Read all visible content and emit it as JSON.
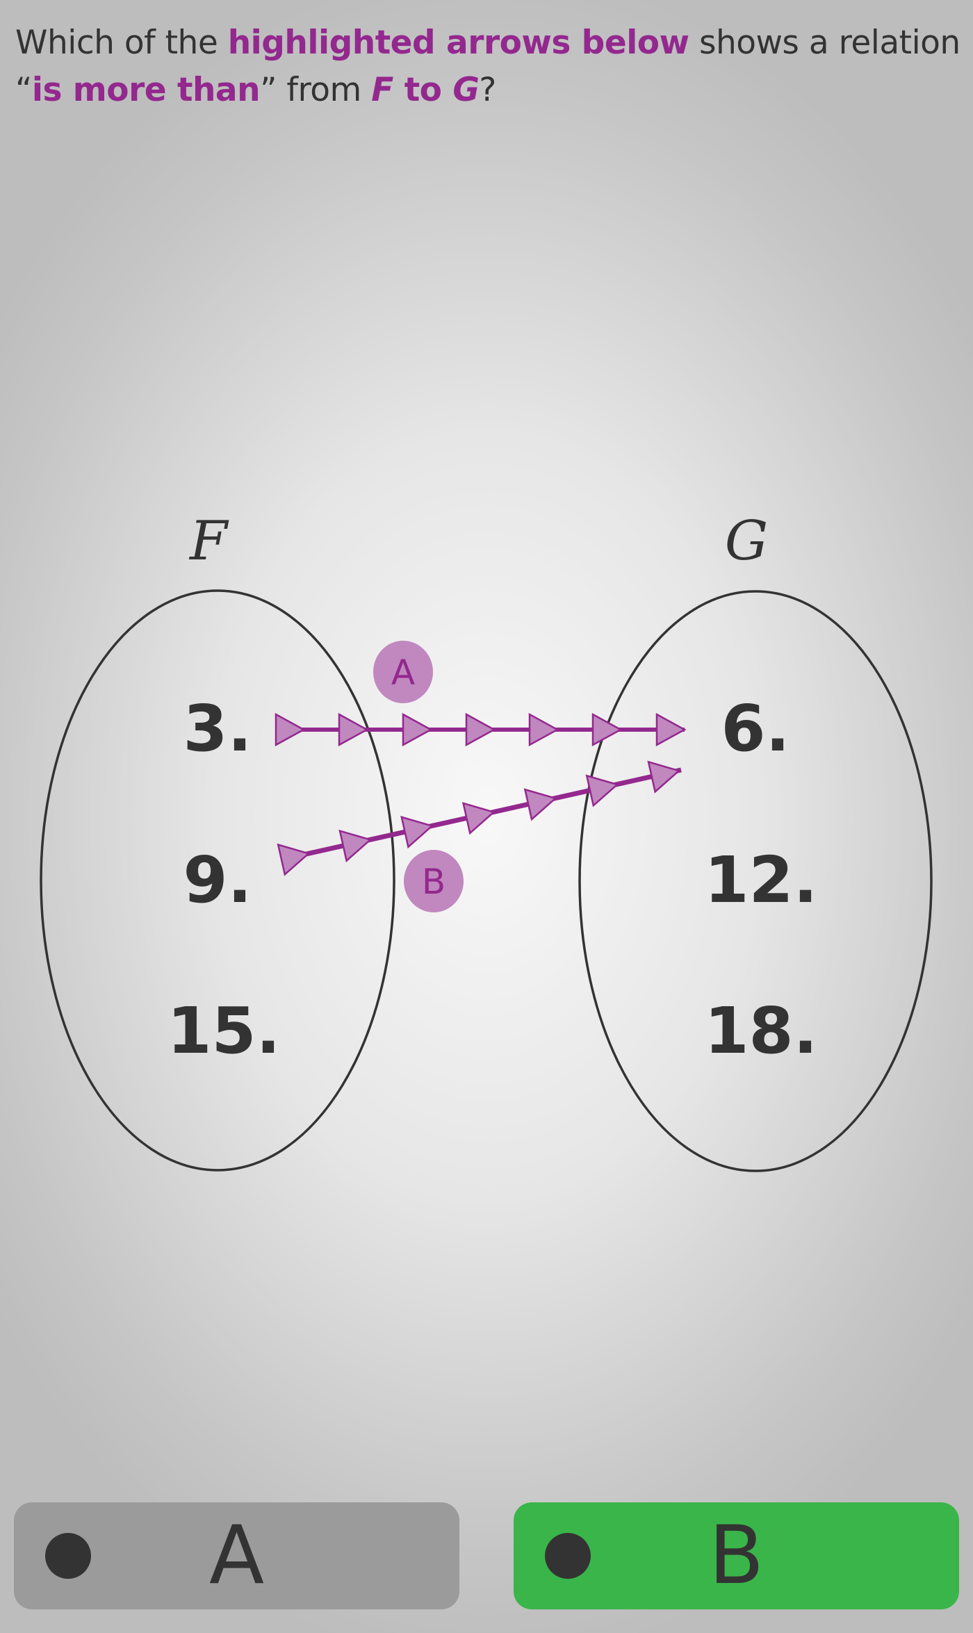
{
  "question": {
    "part1": "Which of the ",
    "highlight1": "highlighted arrows below",
    "part2": " shows a relation",
    "open_quote": "“",
    "highlight2": "is more than",
    "close_quote": "”",
    "part3": " from ",
    "set_from": "F",
    "to_word": " to ",
    "set_to": "G",
    "part4": "?"
  },
  "diagram": {
    "set_left": {
      "label": "F",
      "elements": [
        "3.",
        "9.",
        "15."
      ]
    },
    "set_right": {
      "label": "G",
      "elements": [
        "6.",
        "12.",
        "18."
      ]
    },
    "arrows": [
      {
        "id": "A",
        "from": "3",
        "to": "6",
        "badge": "A"
      },
      {
        "id": "B",
        "from": "9",
        "to": "6",
        "badge": "B"
      }
    ],
    "colors": {
      "arrow": "#93288e",
      "arrow_fill": "#c088bf",
      "badge": "#c088bf",
      "outline": "#333333"
    }
  },
  "answers": [
    {
      "label": "A",
      "color": "#9b9b9b",
      "state": "default"
    },
    {
      "label": "B",
      "color": "#3ab54a",
      "state": "selected"
    }
  ]
}
